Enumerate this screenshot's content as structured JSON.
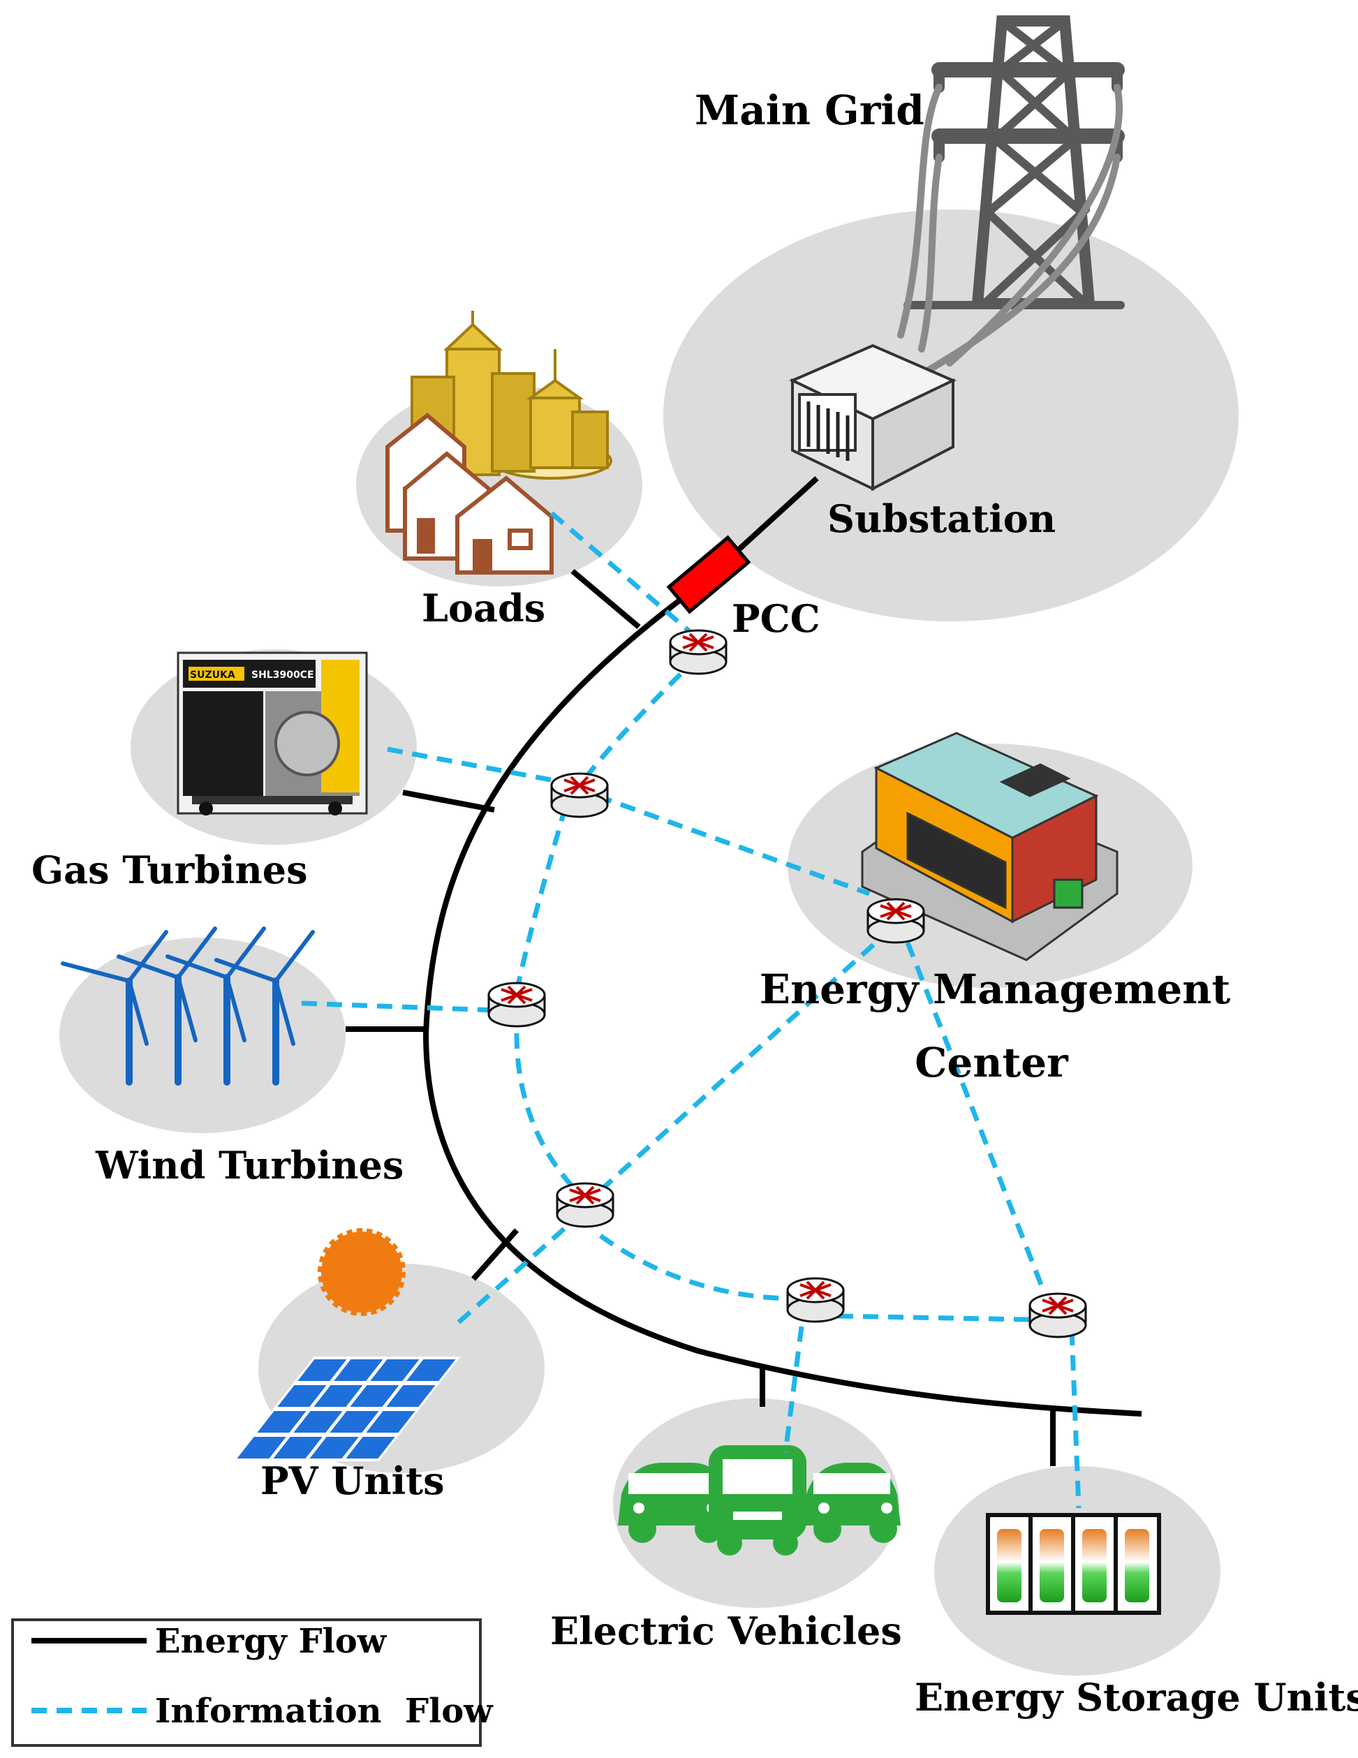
{
  "labels": {
    "main_grid": "Main Grid",
    "substation": "Substation",
    "pcc": "PCC",
    "loads": "Loads",
    "gas_turbines": "Gas Turbines",
    "wind_turbines": "Wind Turbines",
    "pv_units": "PV Units",
    "electric_vehicles": "Electric Vehicles",
    "energy_storage_units": "Energy Storage Units",
    "emc_line1": "Energy Management",
    "emc_line2": "Center",
    "generator_brand": "SUZUKA",
    "generator_model": "SHL3900CE"
  },
  "legend": {
    "energy_flow": "Energy Flow",
    "information_flow": "Information  Flow"
  },
  "colors": {
    "energy_flow": "#000000",
    "information_flow": "#1fb5ea",
    "pcc": "#ff0000",
    "background_ellipse": "#dcdcdc",
    "tower": "#595959",
    "loads": "#c9a227",
    "houses": "#a0522d",
    "wind": "#1565c0",
    "pv": "#1e6fd9",
    "sun": "#f07b10",
    "ev": "#2eaa3d"
  }
}
